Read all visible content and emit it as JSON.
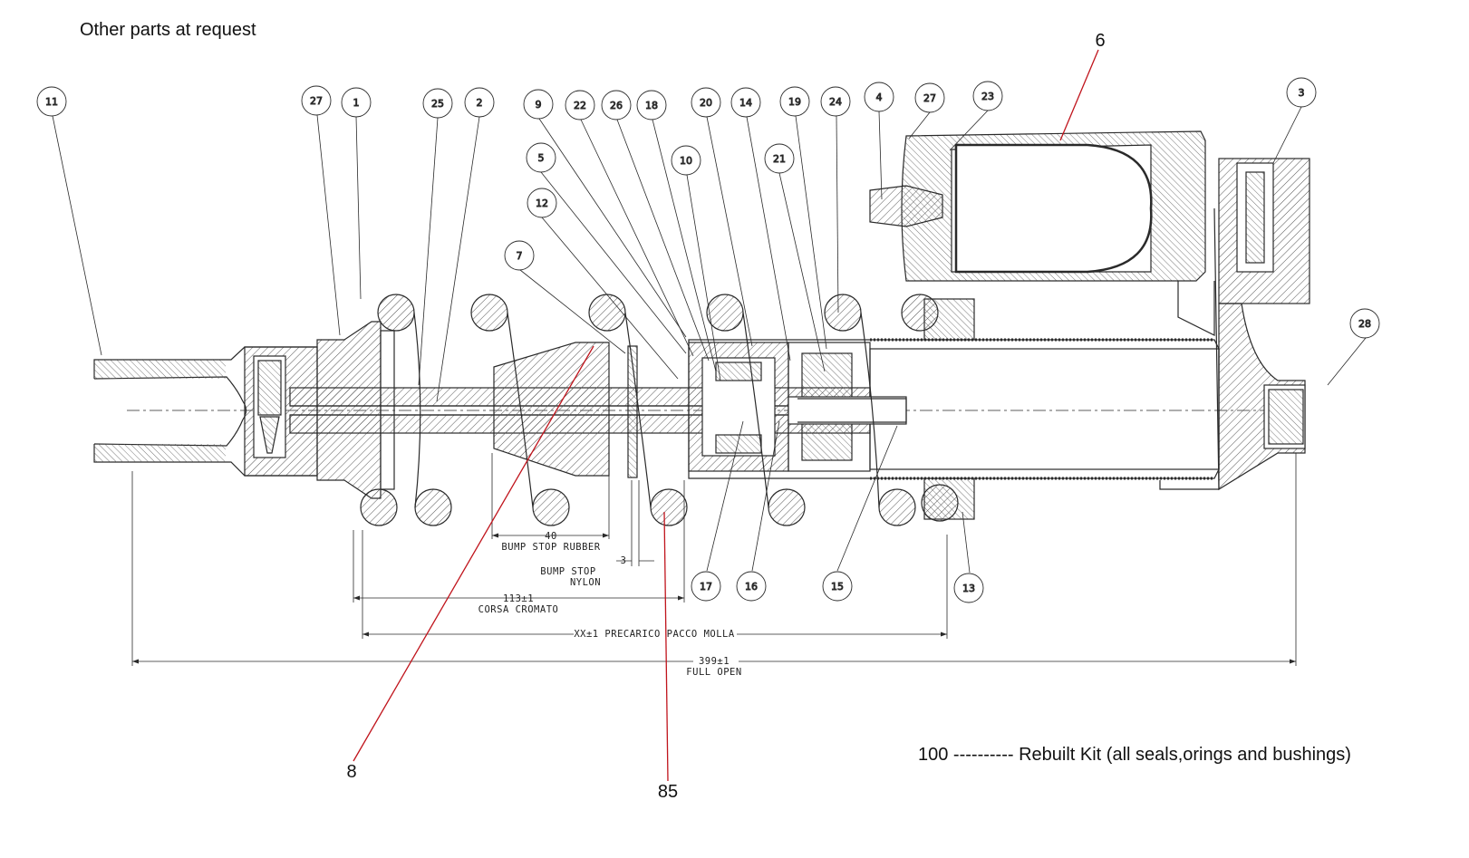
{
  "notes": {
    "top_left": "Other parts at request",
    "kit": "100  ---------- Rebuilt Kit (all seals,orings and bushings)"
  },
  "balloons": [
    "11",
    "27",
    "1",
    "25",
    "2",
    "9",
    "22",
    "26",
    "18",
    "20",
    "14",
    "19",
    "24",
    "4",
    "27",
    "23",
    "3",
    "5",
    "10",
    "21",
    "12",
    "7",
    "28",
    "17",
    "16",
    "15",
    "13"
  ],
  "red_callouts": [
    "6",
    "8",
    "85"
  ],
  "dimensions": {
    "bump_rubber_value": "40",
    "bump_rubber_label": "BUMP STOP RUBBER",
    "bump_nylon_value": "3",
    "bump_nylon_label1": "BUMP STOP",
    "bump_nylon_label2": "NYLON",
    "stroke_value": "113±1",
    "stroke_label": "CORSA CROMATO",
    "preload_label": "XX±1 PRECARICO PACCO MOLLA",
    "length_value": "399±1",
    "length_label": "FULL OPEN"
  },
  "colors": {
    "line": "#2a2a2a",
    "callout": "#c0141c",
    "hatch": "#555555"
  }
}
